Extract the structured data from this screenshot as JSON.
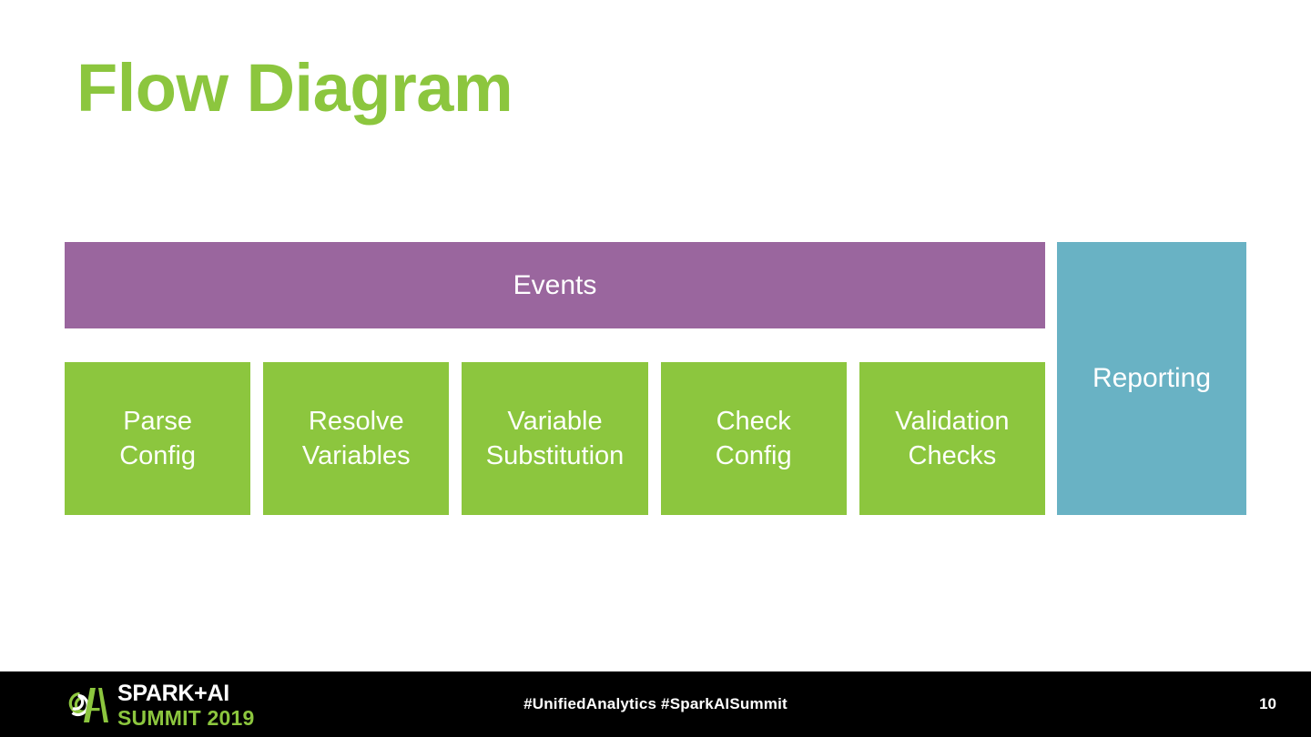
{
  "slide": {
    "title": "Flow Diagram",
    "background_color": "#FFFFFF",
    "title_color": "#8CC63E"
  },
  "diagram": {
    "events_bar": {
      "label": "Events",
      "color": "#9A669E",
      "text_color": "#FFFFFF"
    },
    "reporting_box": {
      "label": "Reporting",
      "color": "#69B2C4",
      "text_color": "#FFFFFF"
    },
    "stage_color": "#8CC63E",
    "stage_text_color": "#FFFFFF",
    "stages": [
      {
        "line1": "Parse",
        "line2": "Config"
      },
      {
        "line1": "Resolve",
        "line2": "Variables"
      },
      {
        "line1": "Variable",
        "line2": "Substitution"
      },
      {
        "line1": "Check",
        "line2": "Config"
      },
      {
        "line1": "Validation",
        "line2": "Checks"
      }
    ]
  },
  "footer": {
    "background_color": "#000000",
    "logo": {
      "mark_name": "spark-ai-summit-spiral-logo",
      "line1": "SPARK+AI",
      "line2": "SUMMIT 2019",
      "line1_color": "#FFFFFF",
      "line2_color": "#8CC63E"
    },
    "hashtags": "#UnifiedAnalytics #SparkAISummit",
    "page_number": "10"
  }
}
